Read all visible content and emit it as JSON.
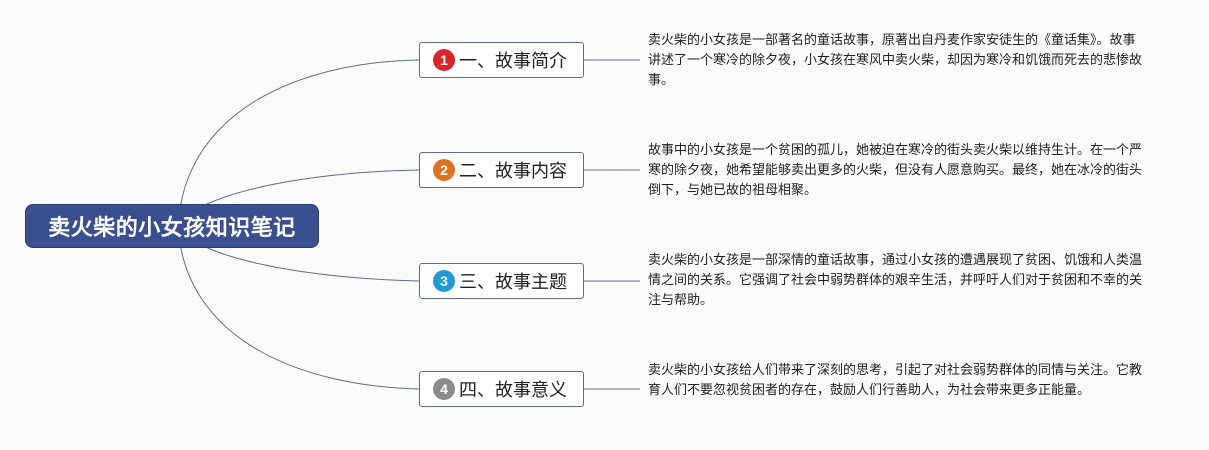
{
  "root": {
    "title": "卖火柴的小女孩知识笔记"
  },
  "topics": [
    {
      "number": "1",
      "label": "一、故事简介",
      "badge_color": "#d9262c",
      "note": "卖火柴的小女孩是一部著名的童话故事，原著出自丹麦作家安徒生的《童话集》。故事讲述了一个寒冷的除夕夜，小女孩在寒风中卖火柴，却因为寒冷和饥饿而死去的悲惨故事。"
    },
    {
      "number": "2",
      "label": "二、故事内容",
      "badge_color": "#e0711e",
      "note": "故事中的小女孩是一个贫困的孤儿，她被迫在寒冷的街头卖火柴以维持生计。在一个严寒的除夕夜，她希望能够卖出更多的火柴，但没有人愿意购买。最终，她在冰冷的街头倒下，与她已故的祖母相聚。"
    },
    {
      "number": "3",
      "label": "三、故事主题",
      "badge_color": "#1f9ad6",
      "note": "卖火柴的小女孩是一部深情的童话故事，通过小女孩的遭遇展现了贫困、饥饿和人类温情之间的关系。它强调了社会中弱势群体的艰辛生活，并呼吁人们对于贫困和不幸的关注与帮助。"
    },
    {
      "number": "4",
      "label": "四、故事意义",
      "badge_color": "#8c8c8c",
      "note": "卖火柴的小女孩给人们带来了深刻的思考，引起了对社会弱势群体的同情与关注。它教育人们不要忽视贫困者的存在，鼓励人们行善助人，为社会带来更多正能量。"
    }
  ]
}
